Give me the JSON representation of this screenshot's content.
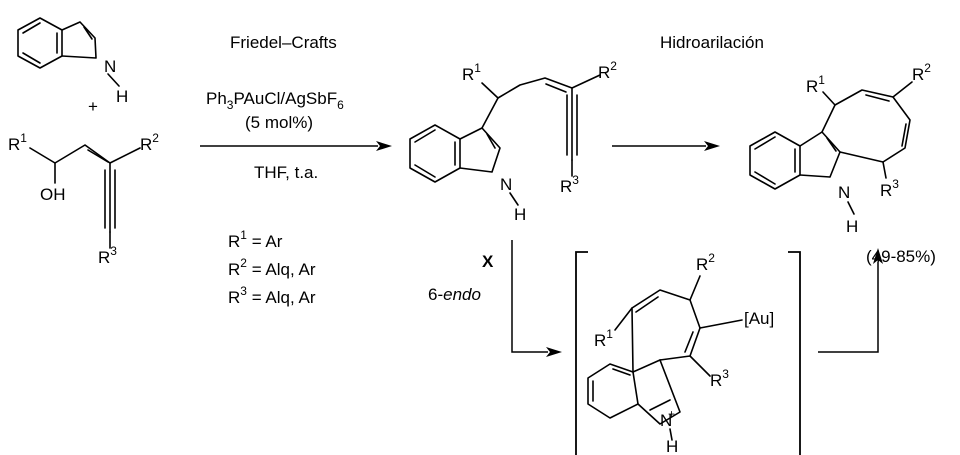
{
  "reaction1": {
    "header": "Friedel–Crafts",
    "catalyst_main": "Ph",
    "catalyst_sub1": "3",
    "catalyst_mid": "PAuCl/AgSbF",
    "catalyst_sub2": "6",
    "loading": "(5 mol%)",
    "conditions": "THF, t.a."
  },
  "reaction2": {
    "header": "Hidroarilación"
  },
  "reaction3": {
    "label_prefix": "6-",
    "label_italic": "endo"
  },
  "plus": "+",
  "atoms": {
    "N": "N",
    "H": "H",
    "OH": "OH",
    "R": "R",
    "Au": "[Au]",
    "plus_charge": "+"
  },
  "substituent_numbers": {
    "one": "1",
    "two": "2",
    "three": "3"
  },
  "definitions": [
    {
      "prefix": "R",
      "sup": "1",
      "rest": " = Ar"
    },
    {
      "prefix": "R",
      "sup": "2",
      "rest": " = Alq, Ar"
    },
    {
      "prefix": "R",
      "sup": "3",
      "rest": " = Alq, Ar"
    }
  ],
  "intermediate_label": "X",
  "yield": "(49-85%)"
}
